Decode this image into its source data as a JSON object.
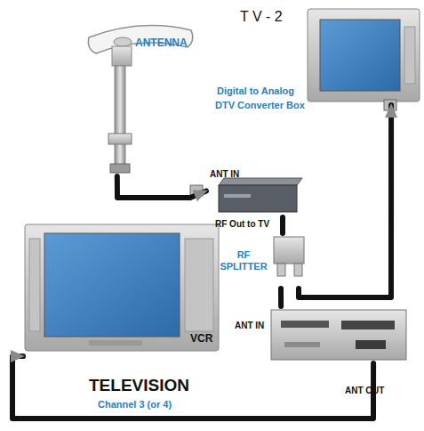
{
  "diagram": {
    "nodes": [
      {
        "text": [
          "ANTENNA"
        ]
      },
      {
        "text": [
          "T V - 2"
        ]
      },
      {
        "text": [
          "Digital to Analog",
          "DTV Converter Box"
        ]
      },
      {
        "text": [
          "RF SPLITTER"
        ]
      },
      {
        "text": [
          "VCR"
        ]
      },
      {
        "text": [
          "TELEVISION",
          "Channel 3 (or 4)"
        ]
      }
    ],
    "edges": [
      {
        "from": 0,
        "to": 2,
        "arrow": "to"
      },
      {
        "from": 2,
        "to": 3,
        "arrow": "none"
      },
      {
        "from": 3,
        "to": 1,
        "arrow": "to"
      },
      {
        "from": 3,
        "to": 4,
        "arrow": "none"
      },
      {
        "from": 4,
        "to": 5,
        "arrow": "to"
      }
    ],
    "labels": [
      "ANT IN",
      "RF Out to TV",
      "ANT IN",
      "ANT OUT"
    ]
  }
}
